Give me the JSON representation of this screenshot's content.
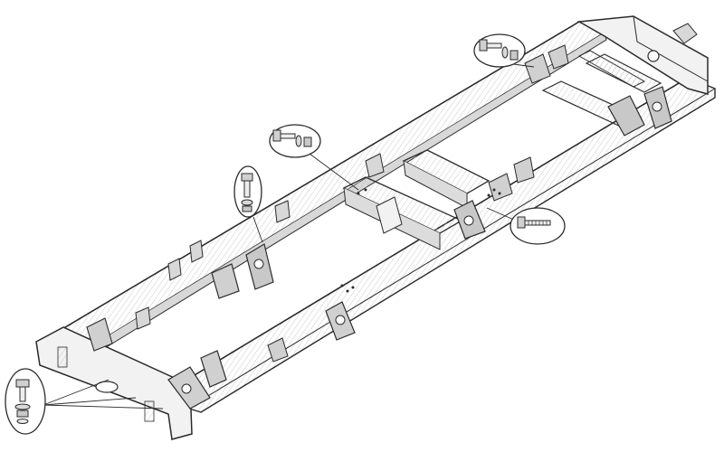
{
  "figure": {
    "subject": "truck-chassis-frame",
    "style": "line-art-exploded-view",
    "colors": {
      "ink": "#2b2b2b",
      "frame_fill": "#efefef",
      "frame_shade": "#cfcfcf",
      "background": "#ffffff"
    },
    "callouts": [
      {
        "name": "callout-rear-crossmember-bolt",
        "icon": "bolt-nut-washer-icon"
      },
      {
        "name": "callout-mid-rail-bolt",
        "icon": "bolt-nut-washer-icon"
      },
      {
        "name": "callout-vertical-bolt",
        "icon": "bolt-washer-icon"
      },
      {
        "name": "callout-right-rail-bolt",
        "icon": "bolt-icon"
      },
      {
        "name": "callout-front-crossmember-bolt",
        "icon": "bolt-nut-washer-icon"
      }
    ]
  }
}
